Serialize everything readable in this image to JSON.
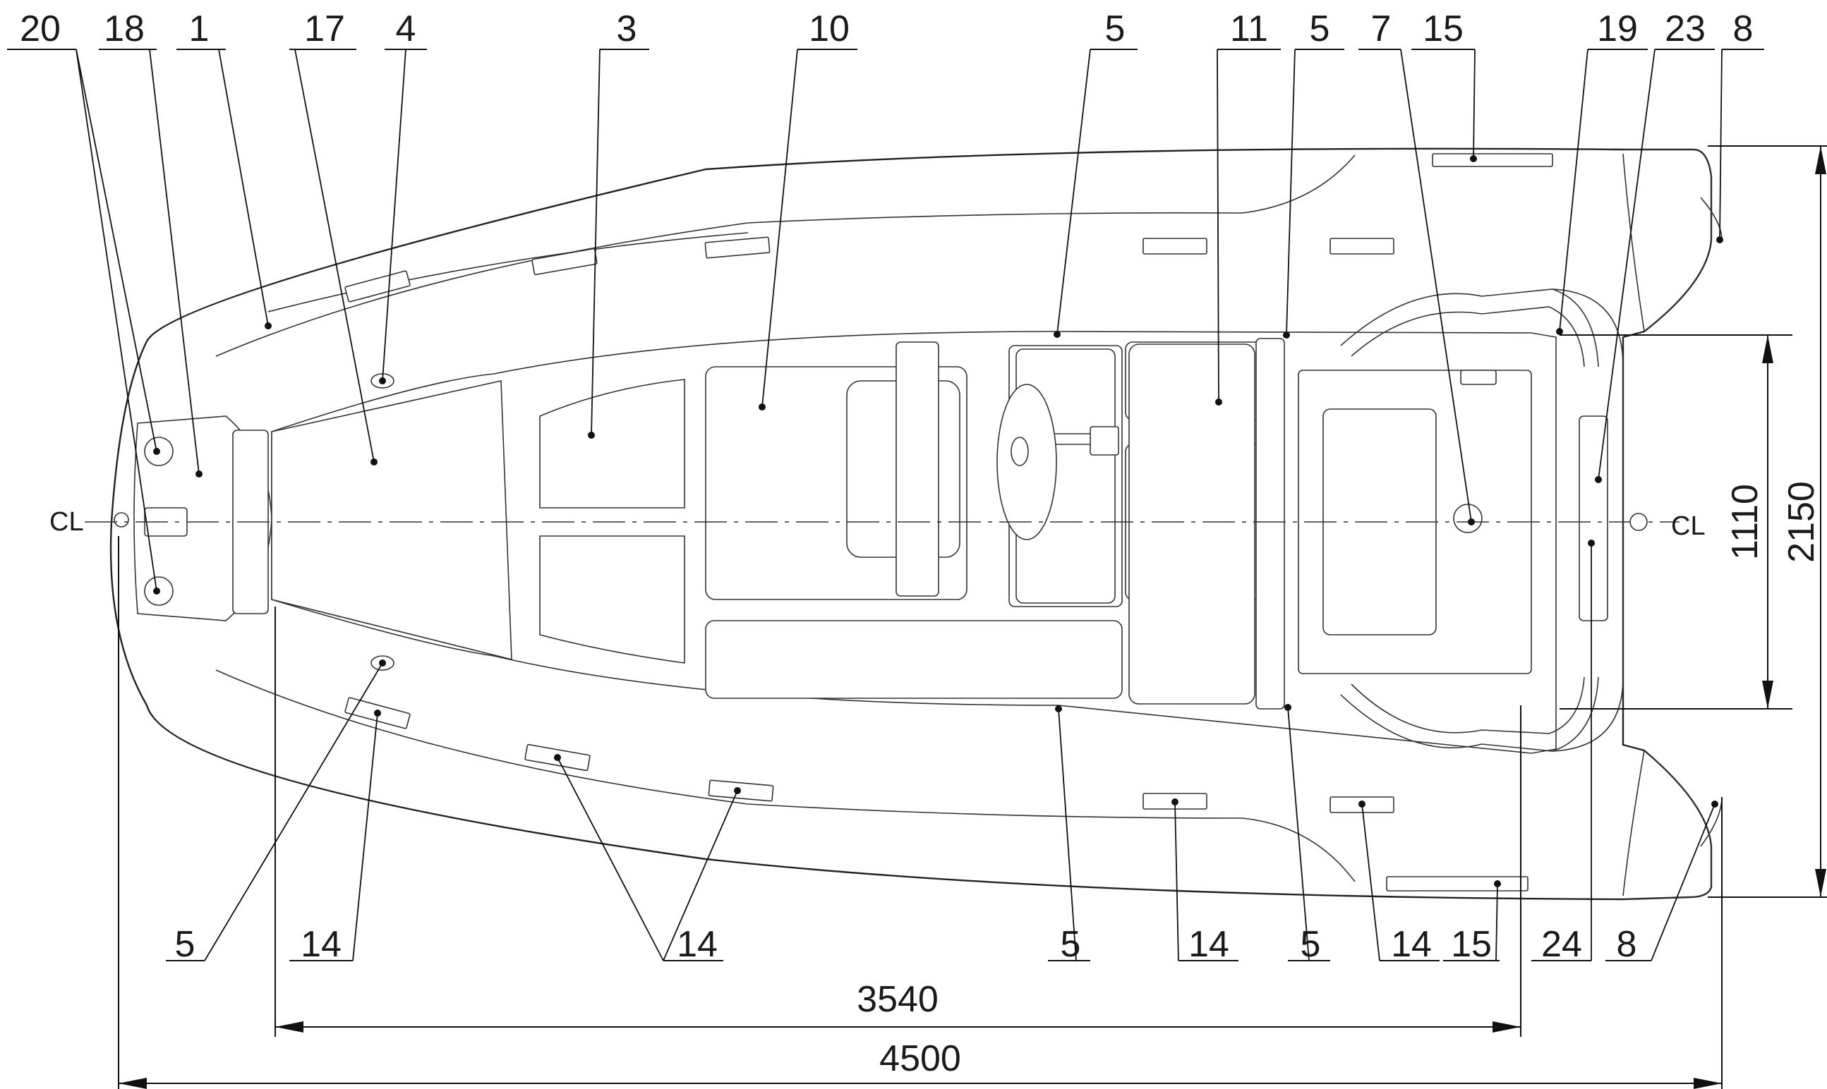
{
  "title": "",
  "centerline_label": "CL",
  "callouts_top": [
    "20",
    "18",
    "1",
    "17",
    "4",
    "3",
    "10",
    "5",
    "11",
    "5",
    "7",
    "15",
    "19",
    "23",
    "8"
  ],
  "callouts_bottom": [
    "5",
    "14",
    "14",
    "5",
    "14",
    "5",
    "14",
    "15",
    "24",
    "8"
  ],
  "dimensions": {
    "inner_length": "3540",
    "overall_length": "4500",
    "inner_width": "1110",
    "overall_width": "2150"
  },
  "colors": {
    "line": "#222222",
    "background": "#ffffff"
  }
}
